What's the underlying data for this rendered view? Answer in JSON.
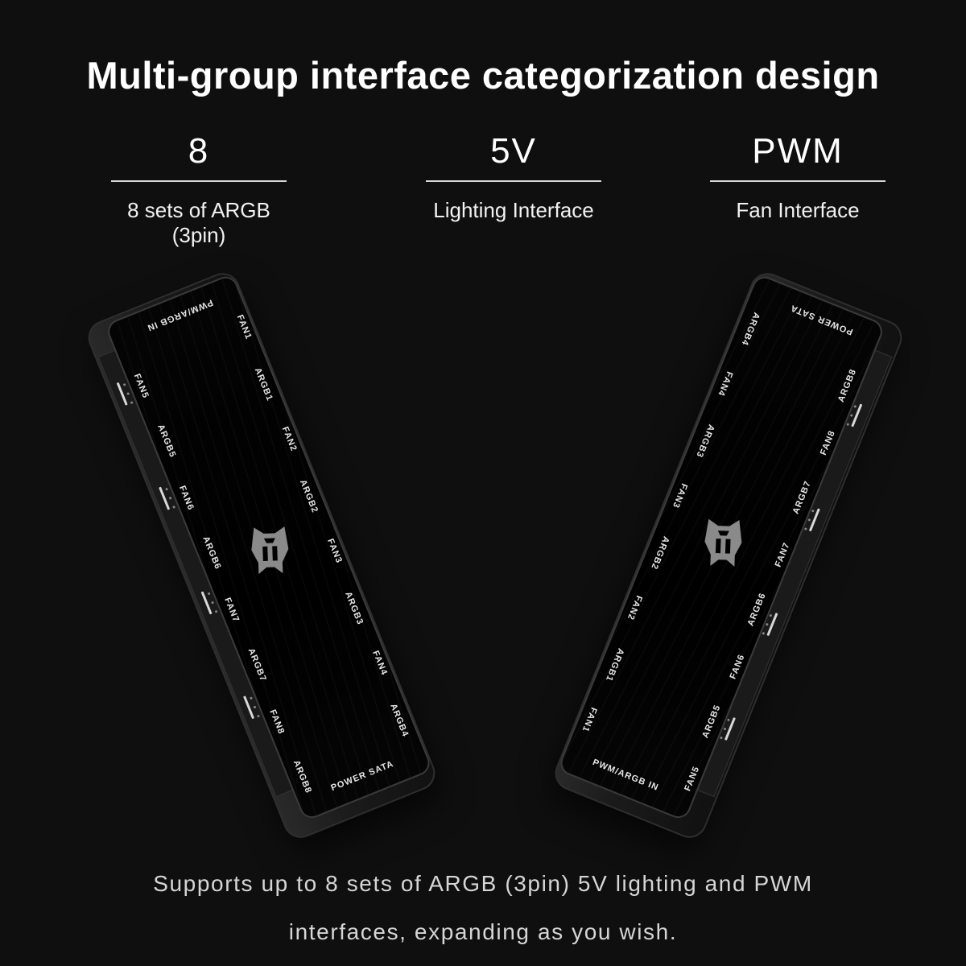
{
  "headline": "Multi-group interface categorization design",
  "specs": [
    {
      "value": "8",
      "label": "8 sets of ARGB (3pin)"
    },
    {
      "value": "5V",
      "label": "Lighting Interface"
    },
    {
      "value": "PWM",
      "label": "Fan Interface"
    }
  ],
  "devices": {
    "left": {
      "top_label": "PWM/ARGB IN",
      "bottom_label": "POWER SATA",
      "right_column": [
        "FAN1",
        "ARGB1",
        "FAN2",
        "ARGB2",
        "FAN3",
        "ARGB3",
        "FAN4",
        "ARGB4"
      ],
      "left_column": [
        "FAN5",
        "ARGB5",
        "FAN6",
        "ARGB6",
        "FAN7",
        "ARGB7",
        "FAN8",
        "ARGB8"
      ],
      "logo_icon": "mecha-head-logo"
    },
    "right": {
      "top_label": "POWER SATA",
      "bottom_label": "PWM/ARGB IN",
      "left_column": [
        "ARGB4",
        "FAN4",
        "ARGB3",
        "FAN3",
        "ARGB2",
        "FAN2",
        "ARGB1",
        "FAN1"
      ],
      "right_column": [
        "ARGB8",
        "FAN8",
        "ARGB7",
        "FAN7",
        "ARGB6",
        "FAN6",
        "ARGB5",
        "FAN5"
      ],
      "logo_icon": "mecha-head-logo"
    }
  },
  "footer": {
    "line1": "Supports up to 8 sets of ARGB (3pin) 5V lighting and PWM",
    "line2": "interfaces, expanding as you wish."
  },
  "colors": {
    "background": "#0f0f0f",
    "text": "#ffffff",
    "rule": "#d9d9d9",
    "logo": "#8a8a8a"
  }
}
